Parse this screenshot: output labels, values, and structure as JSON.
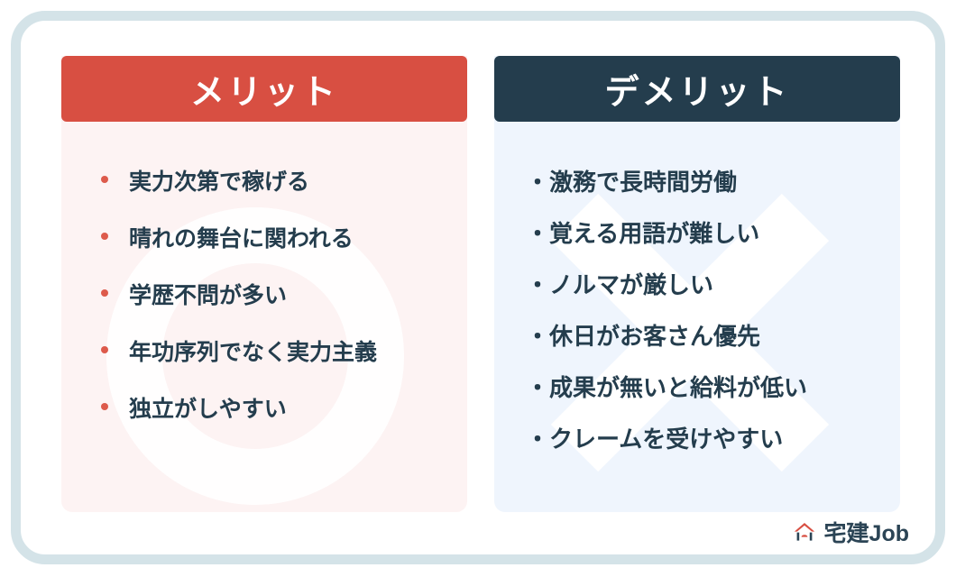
{
  "theme": {
    "frame_border": "#d4e3e8",
    "merit_accent": "#d84f42",
    "demerit_accent": "#243d4d",
    "merit_panel_bg": "#fdf3f3",
    "demerit_panel_bg": "#eff5fd",
    "text_color": "#243d4d",
    "bullet_color": "#dd5a4b"
  },
  "columns": {
    "merit": {
      "title": "メリット",
      "bullet_glyph": "•",
      "items": [
        "実力次第で稼げる",
        "晴れの舞台に関われる",
        "学歴不問が多い",
        "年功序列でなく実力主義",
        "独立がしやすい"
      ]
    },
    "demerit": {
      "title": "デメリット",
      "bullet_glyph": "・",
      "items": [
        "激務で長時間労働",
        "覚える用語が難しい",
        "ノルマが厳しい",
        "休日がお客さん優先",
        "成果が無いと給料が低い",
        "クレームを受けやすい"
      ]
    }
  },
  "watermarks": {
    "merit_shape": "circle-outline",
    "demerit_shape": "cross-x"
  },
  "logo": {
    "icon": "house-icon",
    "text": "宅建Job",
    "icon_color": "#d84f42",
    "text_color": "#2b4455"
  }
}
